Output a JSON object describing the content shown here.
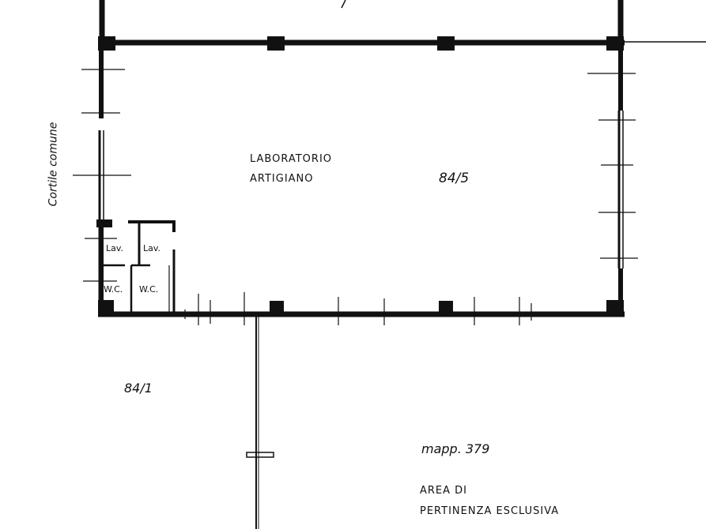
{
  "colors": {
    "ink": "#111111",
    "paper": "#ffffff"
  },
  "labels": {
    "room_name_line1": "LABORATORIO",
    "room_name_line2": "ARTIGIANO",
    "parcel_main": "84/5",
    "parcel_side": "84/1",
    "courtyard": "Cortile comune",
    "sink_left": "Lav.",
    "sink_right": "Lav.",
    "wc_left": "W.C.",
    "wc_right": "W.C.",
    "mapp": "mapp. 379",
    "area_line1": "AREA DI",
    "area_line2": "PERTINENZA ESCLUSIVA"
  }
}
